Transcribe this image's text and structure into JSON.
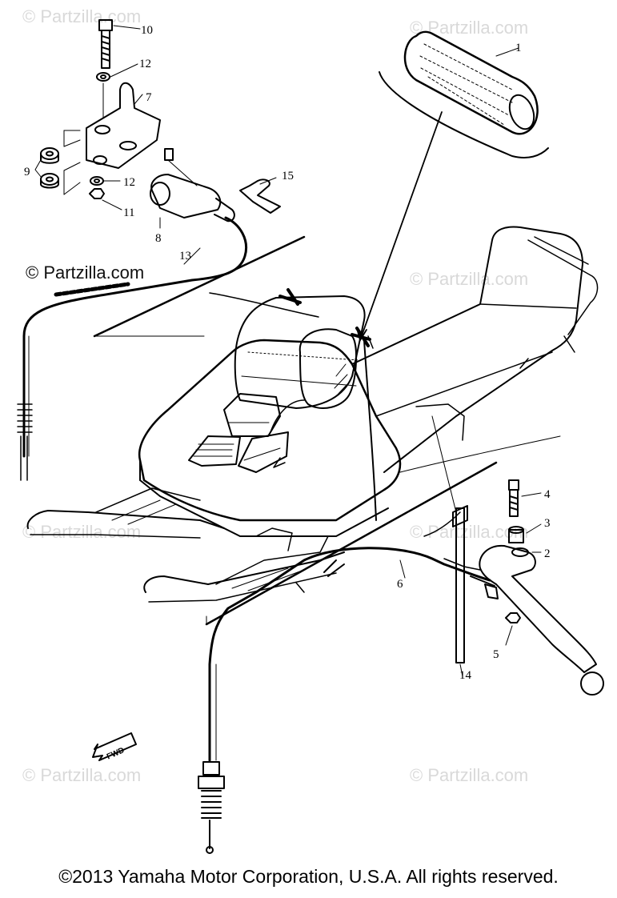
{
  "watermarks": {
    "text": "© Partzilla.com",
    "main": "© Partzilla.com"
  },
  "callouts": [
    "1",
    "2",
    "3",
    "4",
    "5",
    "6",
    "7",
    "8",
    "9",
    "10",
    "11",
    "12",
    "12",
    "13",
    "14",
    "15"
  ],
  "fwd_label": "FWD",
  "copyright": "©2013  Yamaha Motor Corporation, U.S.A. All rights reserved."
}
